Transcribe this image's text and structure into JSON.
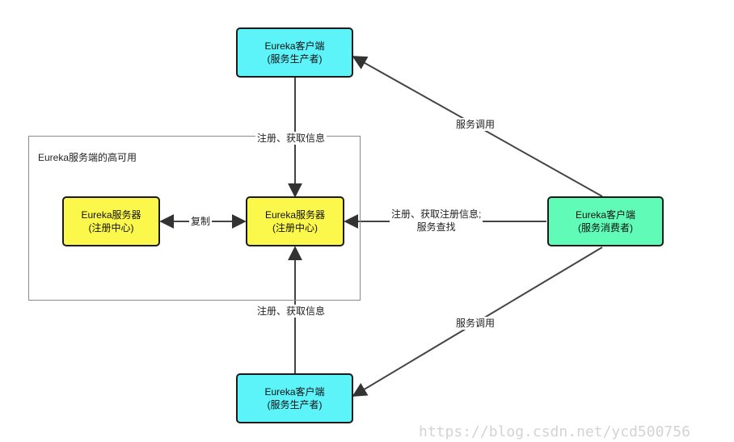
{
  "group": {
    "title": "Eureka服务端的高可用"
  },
  "nodes": {
    "client_top": {
      "line1": "Eureka客户端",
      "line2": "(服务生产者)",
      "color": "#5cf3f9"
    },
    "client_bottom": {
      "line1": "Eureka客户端",
      "line2": "(服务生产者)",
      "color": "#5cf3f9"
    },
    "server_left": {
      "line1": "Eureka服务器",
      "line2": "(注册中心)",
      "color": "#fcf74b"
    },
    "server_right": {
      "line1": "Eureka服务器",
      "line2": "(注册中心)",
      "color": "#fcf74b"
    },
    "consumer": {
      "line1": "Eureka客户端",
      "line2": "(服务消费者)",
      "color": "#5ffbb7"
    }
  },
  "edges": {
    "top_to_server": "注册、获取信息",
    "bottom_to_server": "注册、获取信息",
    "replicate": "复制",
    "consumer_to_server_line1": "注册、获取注册信息;",
    "consumer_to_server_line2": "服务查找",
    "consumer_to_top": "服务调用",
    "consumer_to_bottom": "服务调用"
  },
  "watermark": "https://blog.csdn.net/ycd500756"
}
